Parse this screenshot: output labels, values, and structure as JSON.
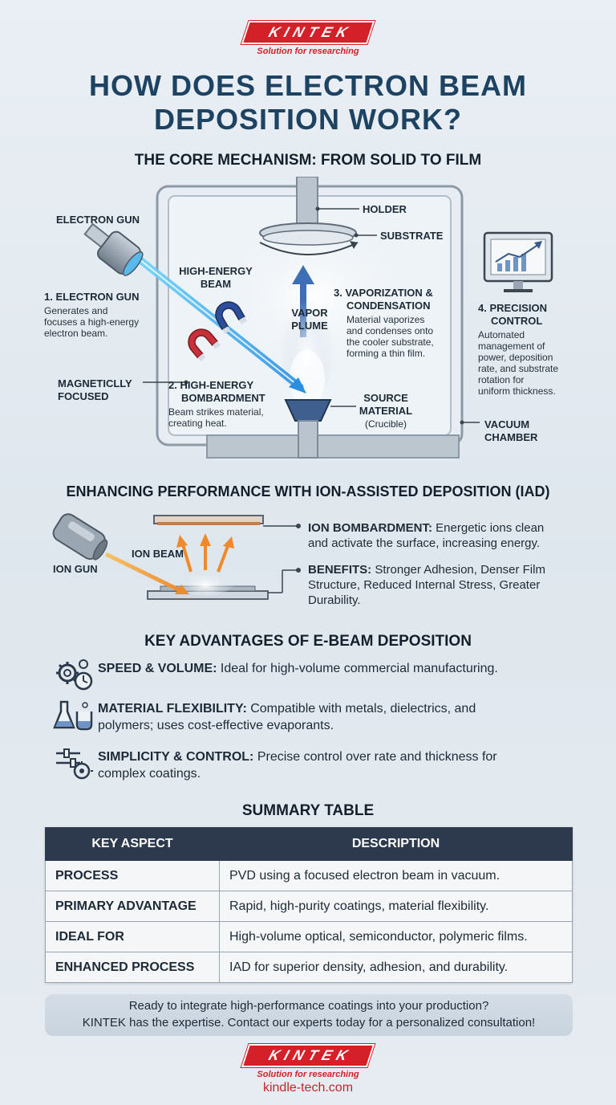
{
  "brand": {
    "name": "KINTEK",
    "tagline": "Solution for researching",
    "url": "kindle-tech.com",
    "color": "#d32029"
  },
  "title": {
    "line1": "HOW DOES ELECTRON BEAM",
    "line2": "DEPOSITION WORK?"
  },
  "core": {
    "heading": "THE CORE MECHANISM: FROM SOLID TO FILM",
    "labels": {
      "electron_gun": "ELECTRON GUN",
      "holder": "HOLDER",
      "substrate": "SUBSTRATE",
      "beam_l1": "HIGH-ENERGY",
      "beam_l2": "BEAM",
      "vapor_l1": "VAPOR",
      "vapor_l2": "PLUME",
      "magnet_l1": "MAGNETICLLY",
      "magnet_l2": "FOCUSED",
      "source_l1": "SOURCE",
      "source_l2": "MATERIAL",
      "source_l3": "(Crucible)",
      "vacuum_l1": "VACUUM",
      "vacuum_l2": "CHAMBER"
    },
    "steps": [
      {
        "title_l1": "1. ELECTRON GUN",
        "desc": [
          "Generates and",
          "focuses a high-energy",
          "electron beam."
        ]
      },
      {
        "title_l1": "2. HIGH-ENERGY",
        "title_l2": "BOMBARDMENT",
        "desc": [
          "Beam strikes material,",
          "creating heat."
        ]
      },
      {
        "title_l1": "3. VAPORIZATION &",
        "title_l2": "CONDENSATION",
        "desc": [
          "Material vaporizes",
          "and condenses onto",
          "the cooler substrate,",
          "forming a thin film."
        ]
      },
      {
        "title_l1": "4. PRECISION",
        "title_l2": "CONTROL",
        "desc": [
          "Automated",
          "management of",
          "power, deposition",
          "rate, and substrate",
          "rotation for",
          "uniform thickness."
        ]
      }
    ]
  },
  "iad": {
    "heading": "ENHANCING PERFORMANCE WITH ION-ASSISTED DEPOSITION (IAD)",
    "ion_gun": "ION GUN",
    "ion_beam": "ION BEAM",
    "bombardment_title": "ION BOMBARDMENT:",
    "bombardment_l1": " Energetic ions clean",
    "bombardment_l2": "and activate the surface, increasing energy.",
    "benefits_title": "BENEFITS:",
    "benefits_l1": " Stronger Adhesion, Denser Film",
    "benefits_l2": "Structure, Reduced Internal Stress, Greater",
    "benefits_l3": "Durability."
  },
  "advantages": {
    "heading": "KEY ADVANTAGES OF E-BEAM DEPOSITION",
    "items": [
      {
        "icon": "gears-clock-icon",
        "title": "SPEED & VOLUME:",
        "text_l1": " Ideal for high-volume commercial manufacturing.",
        "text_l2": ""
      },
      {
        "icon": "lab-flask-icon",
        "title": "MATERIAL FLEXIBILITY:",
        "text_l1": " Compatible with metals, dielectrics, and",
        "text_l2": "polymers; uses cost-effective evaporants."
      },
      {
        "icon": "sliders-target-icon",
        "title": "SIMPLICITY & CONTROL:",
        "text_l1": " Precise control over rate and thickness for",
        "text_l2": "complex coatings."
      }
    ]
  },
  "summary": {
    "heading": "SUMMARY TABLE",
    "columns": [
      "KEY ASPECT",
      "DESCRIPTION"
    ],
    "rows": [
      [
        "PROCESS",
        "PVD using a focused electron beam in vacuum."
      ],
      [
        "PRIMARY ADVANTAGE",
        "Rapid, high-purity coatings, material flexibility."
      ],
      [
        "IDEAL FOR",
        "High-volume optical, semiconductor, polymeric films."
      ],
      [
        "ENHANCED PROCESS",
        "IAD for superior density, adhesion, and durability."
      ]
    ]
  },
  "cta": {
    "line1": "Ready to integrate high-performance coatings into your production?",
    "line2": "KINTEK has the expertise. Contact our experts today for a personalized consultation!"
  }
}
